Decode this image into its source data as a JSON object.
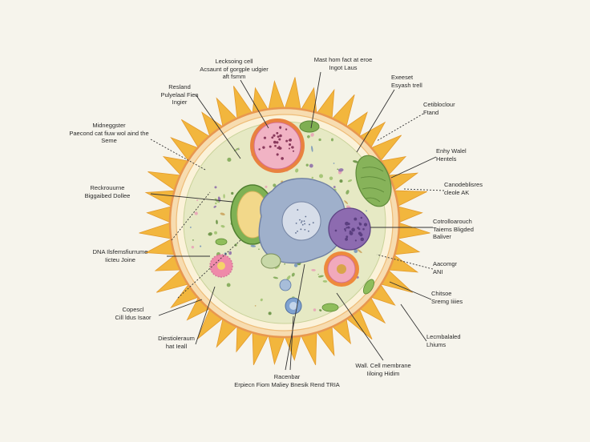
{
  "labels": {
    "top_left_center": "Lecksoing cell\nAcsaunt of gorgple udgier\naft fsmm",
    "top_center": "Mast hom fact at eroe\nIngot Laus",
    "top_right_1": "Exeeset\nEsyash trell",
    "top_left_1": "Resland\nPulyelaal Fien\nIngier",
    "right_1": "Cetibloclour\nFtand",
    "left_1": "Midneggster\nPaecond cat fiuw wol aind the\nSeme",
    "right_2": "Enhy Walel\nHentels",
    "left_2": "Reckrouurne\nBiggaibed Dollee",
    "right_3": "Canodeblisres\ncleole AK",
    "right_4": "Cotrolloarouch\nTaiems Bligded\nBaliver",
    "left_3": "DNA Ilsfemsfiurrume\nIicteu Joine",
    "right_5": "Aacomgr\nANI",
    "right_6": "Chitsoe\nSremg Iiiies",
    "left_4": "Copescl\nCill ldus Isaor",
    "right_7": "Lecmbalaled\nLhiums",
    "left_5": "Diestioleraum\nhat Ieall",
    "bottom_right": "Wall. Cell membrane\nIiloing Hidim",
    "bottom_center": "Racenbar\nErpiecn Fiom Maliey Bnesik Rend TRIA"
  },
  "colors": {
    "background": "#f6f4ec",
    "spikes": "#f2b63d",
    "membrane": "#e8974f",
    "cytoplasm": "#e6e9c4",
    "nucleus": "#9fb0cb",
    "purple_organelle": "#8d6bb0",
    "chloroplast": "#87b35a",
    "pink_vesicle": "#e8a0b6",
    "leader_line": "#333333"
  }
}
